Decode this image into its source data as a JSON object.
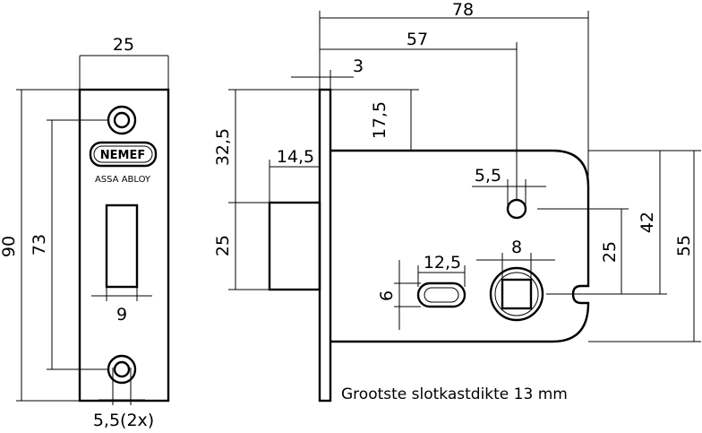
{
  "brand": {
    "name": "NEMEF",
    "sub": "ASSA ABLOY"
  },
  "front_plate": {
    "width": "25",
    "height": "90",
    "hole_spacing": "73",
    "latch_width": "9",
    "hole_size": "5,5(2x)"
  },
  "side_view": {
    "total_length": "78",
    "center_distance": "57",
    "plate_thickness": "3",
    "top_offset": "17,5",
    "bolt_top": "32,5",
    "bolt_projection": "14,5",
    "bolt_height": "25",
    "hole_diameter": "5,5",
    "slot_length": "12,5",
    "slot_height": "6",
    "spindle": "8",
    "spindle_to_hole": "25",
    "hole_to_bottom": "42",
    "case_height": "55"
  },
  "note": "Grootste slotkastdikte 13 mm"
}
